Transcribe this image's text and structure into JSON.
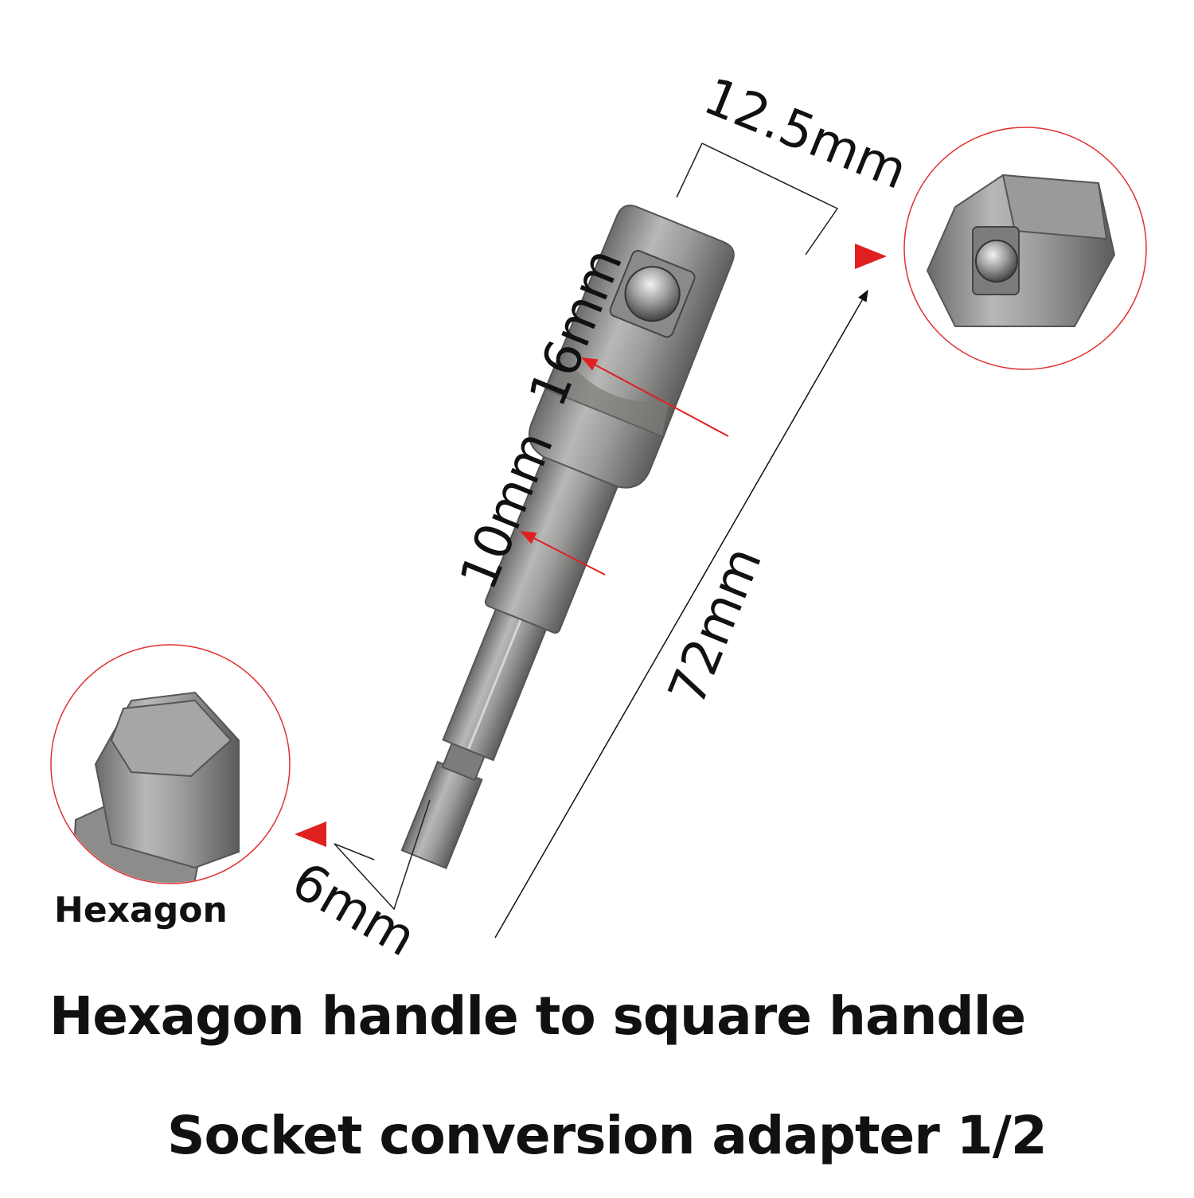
{
  "product": {
    "title_line1": "Hexagon handle to square handle",
    "title_line2": "Socket conversion adapter 1/2",
    "hex_detail_label": "Hexagon"
  },
  "dimensions": {
    "square_width": "12.5mm",
    "collar_diameter": "16mm",
    "shaft_diameter": "10mm",
    "hex_width": "6mm",
    "total_length": "72mm"
  },
  "colors": {
    "metal_light": "#b4b4b2",
    "metal_mid": "#8e8e8c",
    "metal_dark": "#5e5e5c",
    "accent_red": "#e02020",
    "circle_outline": "#e03030"
  }
}
